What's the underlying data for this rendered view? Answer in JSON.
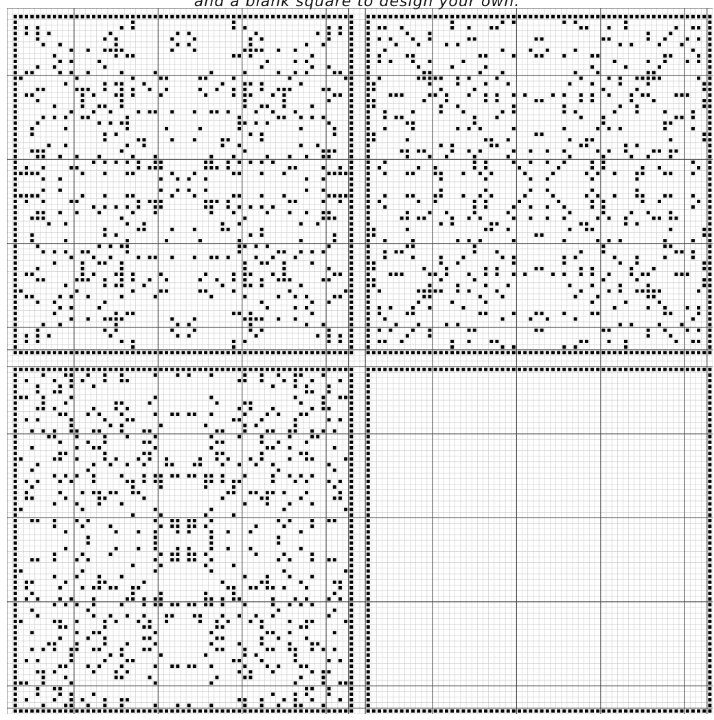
{
  "caption": "and  a  blank  square  to  design  your  own.",
  "colors": {
    "background": "#ffffff",
    "fine_grid": "#c8c8c8",
    "major_grid": "#444444",
    "stitch": "#000000"
  },
  "chart": {
    "grid_cells": 126,
    "major_every": 15,
    "stitch_style": "filled-square",
    "panels": [
      {
        "position": "top-left",
        "content": "patterned"
      },
      {
        "position": "top-right",
        "content": "patterned"
      },
      {
        "position": "bottom-left",
        "content": "patterned"
      },
      {
        "position": "bottom-right",
        "content": "blank-with-border"
      }
    ]
  }
}
